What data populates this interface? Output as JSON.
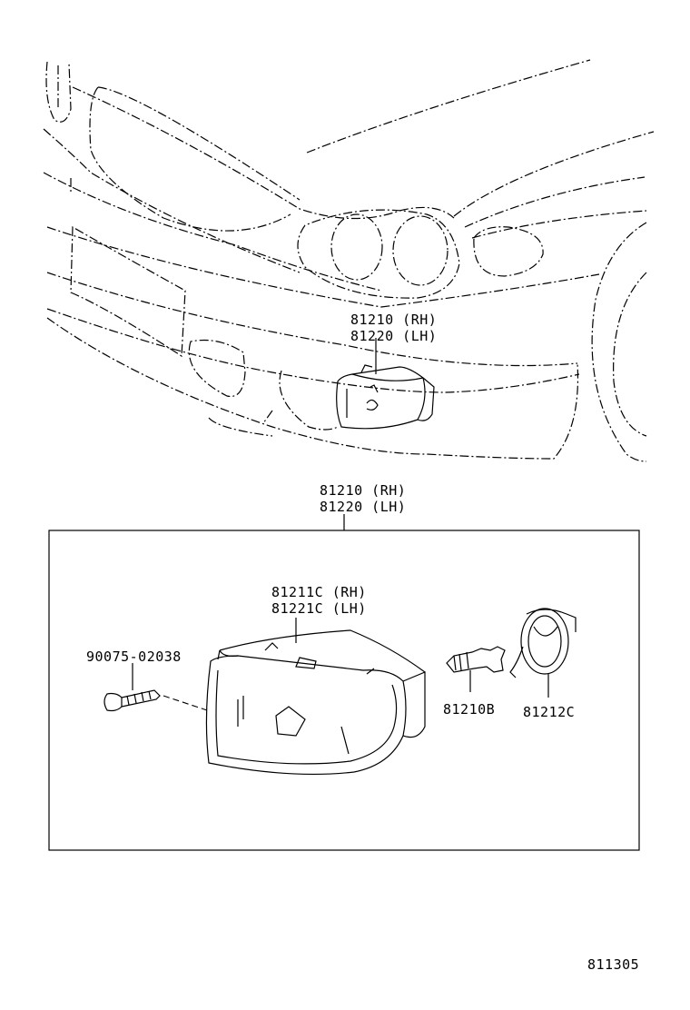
{
  "labels": {
    "top_part_rh": "81210 (RH)",
    "top_part_lh": "81220 (LH)",
    "mid_part_rh": "81210 (RH)",
    "mid_part_lh": "81220 (LH)",
    "lens_rh": "81211C (RH)",
    "lens_lh": "81221C (LH)",
    "screw": "90075-02038",
    "bulb": "81210B",
    "socket": "81212C",
    "figure_number": "811305"
  }
}
